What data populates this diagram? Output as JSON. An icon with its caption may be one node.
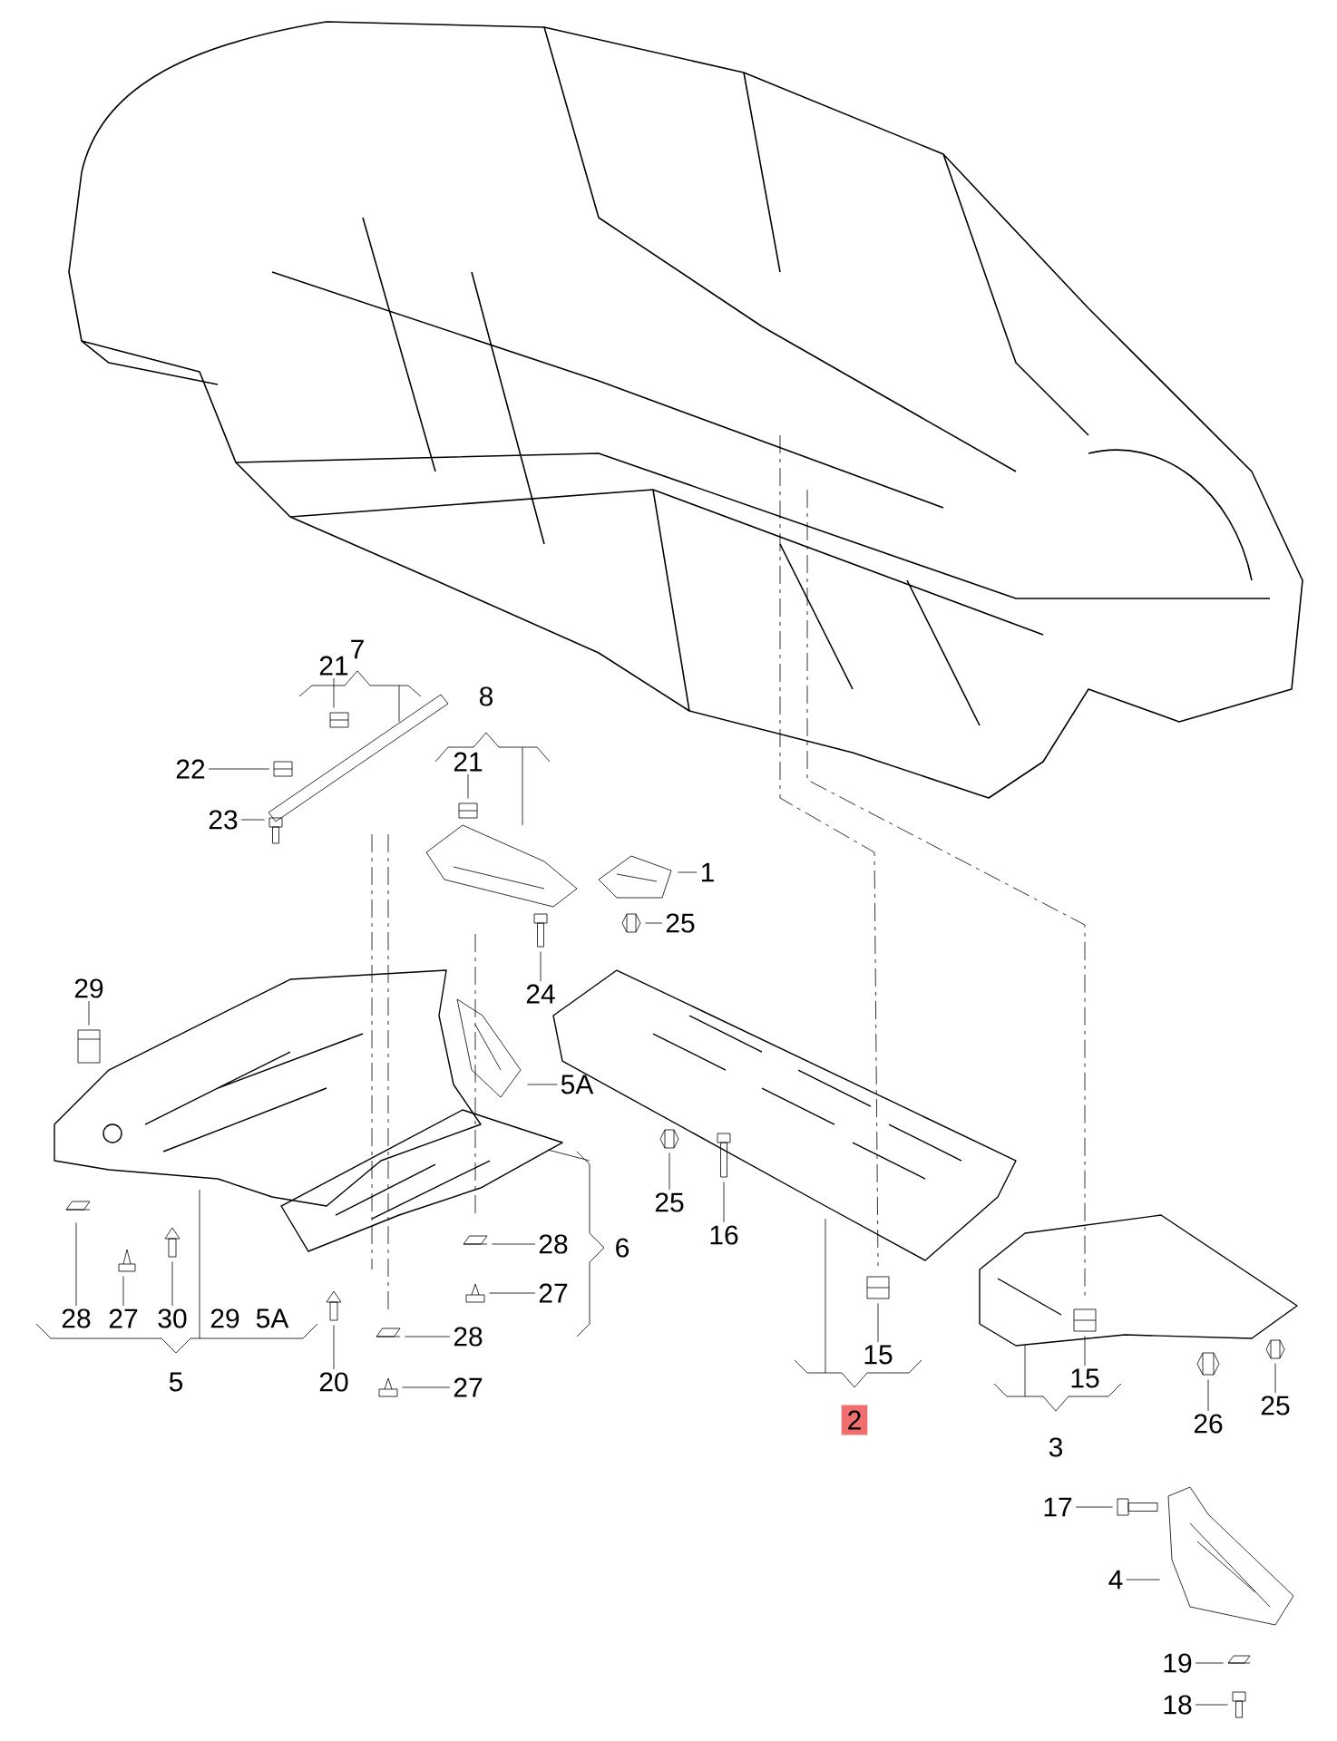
{
  "diagram": {
    "nodes": [
      {
        "text": [
          "21"
        ]
      },
      {
        "text": [
          "22"
        ]
      },
      {
        "text": [
          "23"
        ]
      },
      {
        "text": [
          "21"
        ]
      },
      {
        "text": [
          "1"
        ]
      },
      {
        "text": [
          "25"
        ]
      },
      {
        "text": [
          "29"
        ]
      },
      {
        "text": [
          "24"
        ]
      },
      {
        "text": [
          "5A"
        ]
      },
      {
        "text": [
          "25"
        ]
      },
      {
        "text": [
          "16"
        ]
      },
      {
        "text": [
          "28"
        ]
      },
      {
        "text": [
          "27"
        ]
      },
      {
        "text": [
          "28"
        ]
      },
      {
        "text": [
          "27"
        ]
      },
      {
        "text": [
          "30"
        ]
      },
      {
        "text": [
          "20"
        ]
      },
      {
        "text": [
          "28"
        ]
      },
      {
        "text": [
          "27"
        ]
      },
      {
        "text": [
          "15"
        ]
      },
      {
        "text": [
          "2"
        ]
      },
      {
        "text": [
          "15"
        ]
      },
      {
        "text": [
          "26"
        ]
      },
      {
        "text": [
          "25"
        ]
      },
      {
        "text": [
          "17"
        ]
      },
      {
        "text": [
          "4"
        ]
      },
      {
        "text": [
          "19"
        ]
      },
      {
        "text": [
          "18"
        ]
      },
      {
        "text": [],
        "shape": "picture"
      },
      {
        "text": [],
        "shape": "picture"
      },
      {
        "text": [],
        "shape": "picture"
      },
      {
        "text": [],
        "shape": "picture"
      },
      {
        "text": [],
        "shape": "picture"
      },
      {
        "text": [],
        "shape": "picture"
      },
      {
        "text": [],
        "shape": "picture"
      },
      {
        "text": [],
        "shape": "picture"
      },
      {
        "text": [],
        "shape": "picture"
      },
      {
        "text": [],
        "shape": "picture"
      },
      {
        "text": [],
        "shape": "picture"
      },
      {
        "text": [],
        "shape": "picture"
      },
      {
        "text": [],
        "shape": "picture"
      },
      {
        "text": [],
        "shape": "picture"
      },
      {
        "text": [],
        "shape": "picture"
      },
      {
        "text": [],
        "shape": "picture"
      },
      {
        "text": [],
        "shape": "picture"
      },
      {
        "text": [],
        "shape": "picture"
      },
      {
        "text": [],
        "shape": "picture"
      },
      {
        "text": [],
        "shape": "picture"
      },
      {
        "text": [],
        "shape": "picture"
      },
      {
        "text": [],
        "shape": "picture"
      },
      {
        "text": [],
        "shape": "picture"
      },
      {
        "text": [],
        "shape": "picture"
      },
      {
        "text": [],
        "shape": "picture"
      },
      {
        "text": [],
        "shape": "picture"
      },
      {
        "text": [],
        "shape": "picture"
      }
    ],
    "edges": [
      {
        "from": 0,
        "to": 28,
        "arrow": "none"
      },
      {
        "from": 1,
        "to": 29,
        "arrow": "none"
      },
      {
        "from": 2,
        "to": 30,
        "arrow": "none"
      },
      {
        "from": 3,
        "to": 31,
        "arrow": "none"
      },
      {
        "from": 4,
        "to": 32,
        "arrow": "none"
      },
      {
        "from": 5,
        "to": 33,
        "arrow": "none"
      },
      {
        "from": 6,
        "to": 34,
        "arrow": "none"
      },
      {
        "from": 7,
        "to": 35,
        "arrow": "none"
      },
      {
        "from": 8,
        "to": 36,
        "arrow": "none"
      },
      {
        "from": 9,
        "to": 37,
        "arrow": "none"
      },
      {
        "from": 10,
        "to": 38,
        "arrow": "none"
      },
      {
        "from": 11,
        "to": 39,
        "arrow": "none"
      },
      {
        "from": 12,
        "to": 40,
        "arrow": "none"
      },
      {
        "from": 13,
        "to": 41,
        "arrow": "none"
      },
      {
        "from": 14,
        "to": 42,
        "arrow": "none"
      },
      {
        "from": 15,
        "to": 43,
        "arrow": "none"
      },
      {
        "from": 16,
        "to": 44,
        "arrow": "none"
      },
      {
        "from": 17,
        "to": 45,
        "arrow": "none"
      },
      {
        "from": 18,
        "to": 46,
        "arrow": "none"
      },
      {
        "from": 19,
        "to": 47,
        "arrow": "none"
      },
      {
        "from": 21,
        "to": 48,
        "arrow": "none"
      },
      {
        "from": 22,
        "to": 49,
        "arrow": "none"
      },
      {
        "from": 23,
        "to": 50,
        "arrow": "none"
      },
      {
        "from": 24,
        "to": 51,
        "arrow": "none"
      },
      {
        "from": 25,
        "to": 52,
        "arrow": "none"
      },
      {
        "from": 26,
        "to": 53,
        "arrow": "none"
      },
      {
        "from": 27,
        "to": 54,
        "arrow": "none"
      }
    ],
    "labels": [
      "7",
      "8",
      "6",
      "29",
      "5A",
      "5",
      "3"
    ]
  }
}
